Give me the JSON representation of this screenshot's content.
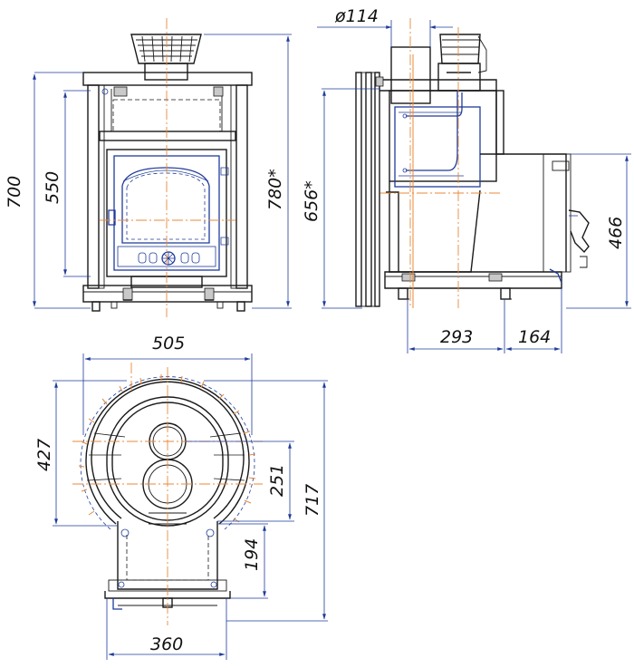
{
  "dimensions": {
    "front_height": "700",
    "front_inner_height": "550",
    "front_total_height": "780*",
    "side_height": "656*",
    "side_right_height": "466",
    "chimney_diameter": "ø114",
    "side_depth_body": "293",
    "side_depth_door": "164",
    "plan_width": "505",
    "plan_body_depth": "427",
    "plan_hole_offset": "251",
    "plan_total_depth": "717",
    "plan_neck_depth": "194",
    "plan_neck_width": "360"
  },
  "colors": {
    "outline": "#1a1a1a",
    "detail": "#1f3b9a",
    "centerline": "#e8893a",
    "dimension": "#1f3b9a"
  }
}
